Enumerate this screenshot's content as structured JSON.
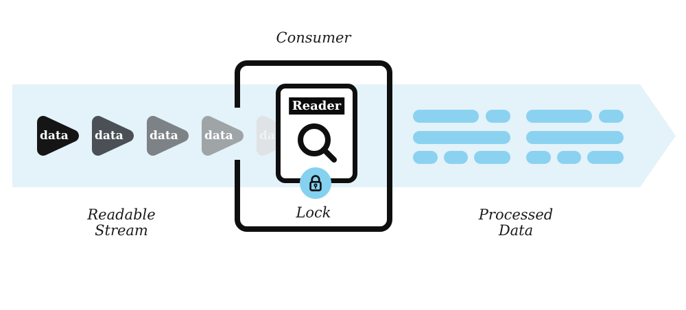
{
  "diagram": {
    "consumer_label": "Consumer",
    "lock_label": "Lock",
    "reader_label": "Reader",
    "readable_stream_label": "Readable\nStream",
    "processed_data_label": "Processed\nData",
    "stream": {
      "packets": [
        {
          "label": "data",
          "fill": "#151515"
        },
        {
          "label": "data",
          "fill": "#4a5055"
        },
        {
          "label": "data",
          "fill": "#7d8286"
        },
        {
          "label": "data",
          "fill": "#9fa4a7"
        },
        {
          "label": "data",
          "fill": "#dfe3e5"
        }
      ]
    },
    "colors": {
      "band": "#e4f2fa",
      "chunk_blue": "#8bd2f0",
      "lock_badge_blue": "#85d1f0",
      "ink": "#0f0f0f"
    }
  }
}
